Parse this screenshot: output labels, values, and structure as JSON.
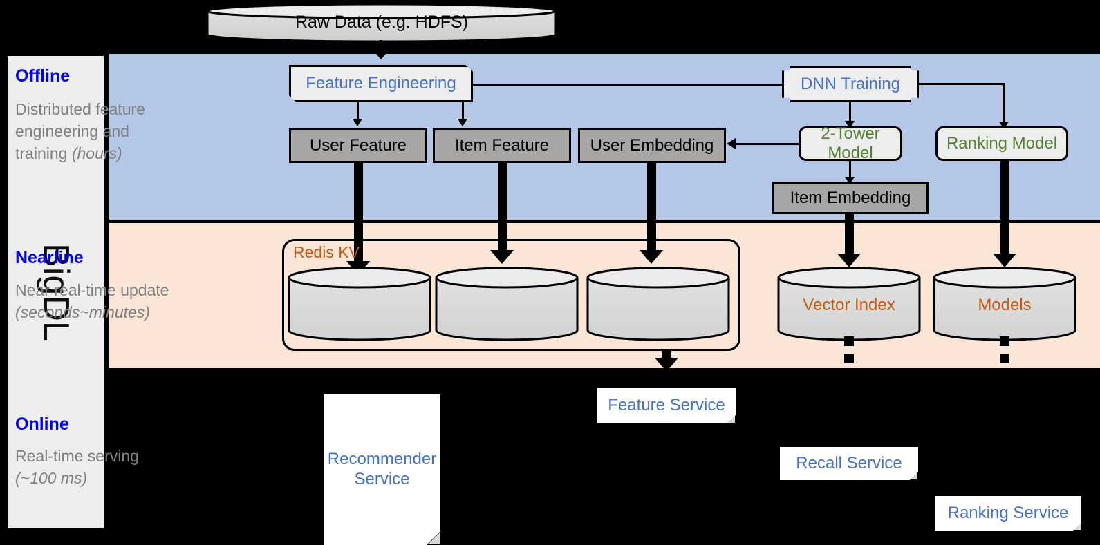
{
  "platform": {
    "name": "BigDL"
  },
  "source": {
    "label": "Raw Data (e.g. HDFS)"
  },
  "layers": [
    {
      "id": "offline",
      "title": "Offline",
      "subtitle_main": "Distributed feature engineering and training ",
      "subtitle_italic": "(hours)",
      "background": "#b4c7e7"
    },
    {
      "id": "nearline",
      "title": "Nearline",
      "subtitle_main": "Near real-time update ",
      "subtitle_italic": "(seconds~minutes)",
      "background": "#fbe5d6"
    },
    {
      "id": "online",
      "title": "Online",
      "subtitle_main": "Real-time serving ",
      "subtitle_italic": "(~100 ms)",
      "background": "#000000"
    }
  ],
  "offline": {
    "feature_engineering": "Feature Engineering",
    "dnn_training": "DNN Training",
    "user_feature": "User Feature",
    "item_feature": "Item Feature",
    "user_embedding": "User Embedding",
    "two_tower_model": "2-Tower Model",
    "ranking_model": "Ranking Model",
    "item_embedding": "Item Embedding"
  },
  "nearline": {
    "redis_kv": "Redis KV",
    "vector_index": "Vector Index",
    "models": "Models"
  },
  "online": {
    "recommender_service": "Recommender Service",
    "feature_service": "Feature Service",
    "recall_service": "Recall Service",
    "ranking_service": "Ranking Service"
  },
  "colors": {
    "offline_band": "#b4c7e7",
    "nearline_band": "#fbe5d6",
    "online_band": "#000000",
    "layer_title": "#0000ee",
    "layer_subtitle": "#808080",
    "blue_text": "#4472c4",
    "green_text": "#548235",
    "orange_text": "#c55a11",
    "data_box_fill": "#a6a6a6",
    "model_box_fill": "#ededed",
    "cylinder_fill": "#d9d9d9"
  }
}
